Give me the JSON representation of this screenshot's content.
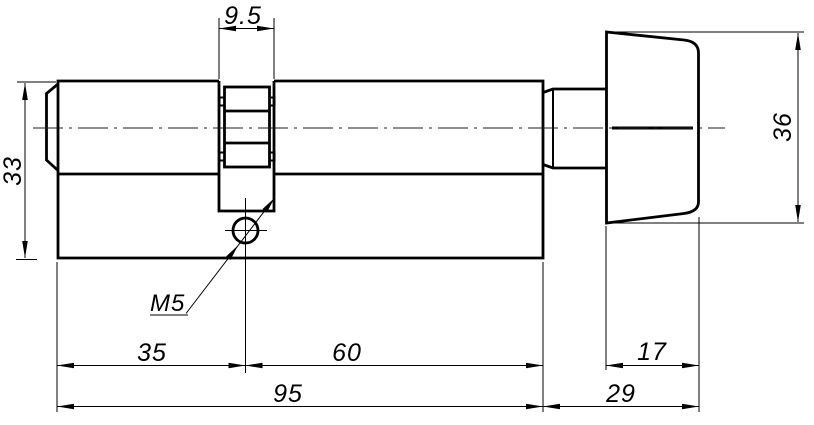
{
  "drawing": {
    "background_color": "#ffffff",
    "line_color": "#000000",
    "labels": {
      "cam_slot_width": "9.5",
      "body_height": "33",
      "knob_height": "36",
      "thread_callout": "M5",
      "front_section_length": "35",
      "rear_section_length": "60",
      "overall_body_length": "95",
      "knob_grip_width": "17",
      "knob_overall_length": "29"
    }
  }
}
